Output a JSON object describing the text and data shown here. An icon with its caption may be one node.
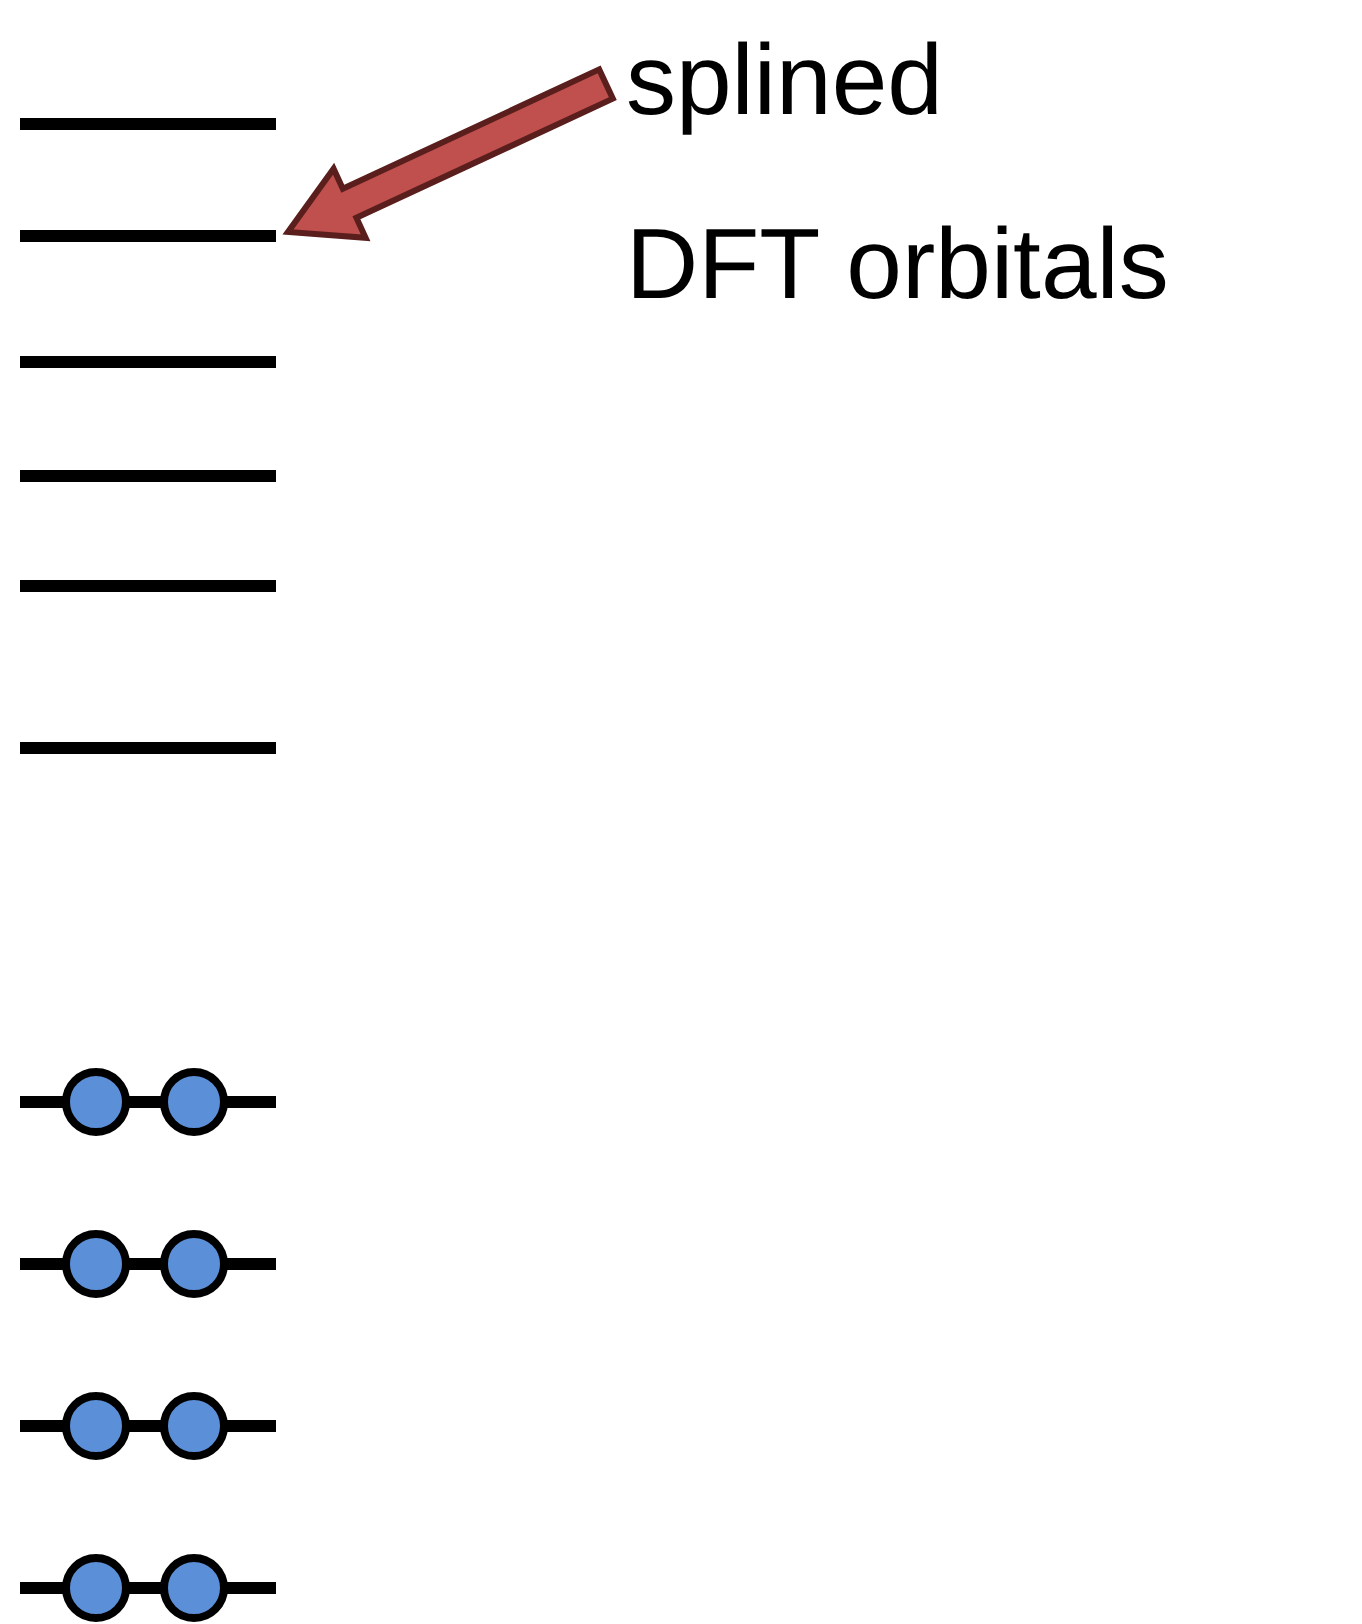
{
  "diagram": {
    "nodes": [
      {
        "text": [
          "splined DFT orbitals"
        ]
      },
      {
        "text": [],
        "shape": "bar"
      },
      {
        "text": [],
        "shape": "bar"
      },
      {
        "text": [],
        "shape": "bar"
      },
      {
        "text": [],
        "shape": "bar"
      },
      {
        "text": [],
        "shape": "bar"
      },
      {
        "text": [],
        "shape": "bar"
      },
      {
        "text": [],
        "shape": "bar"
      },
      {
        "text": [],
        "shape": "bar"
      },
      {
        "text": [],
        "shape": "bar"
      },
      {
        "text": [],
        "shape": "bar"
      }
    ],
    "edges": [
      {
        "from": 0,
        "to": 2,
        "arrow": "to",
        "style": "thick",
        "color": "#c0504d"
      }
    ]
  }
}
